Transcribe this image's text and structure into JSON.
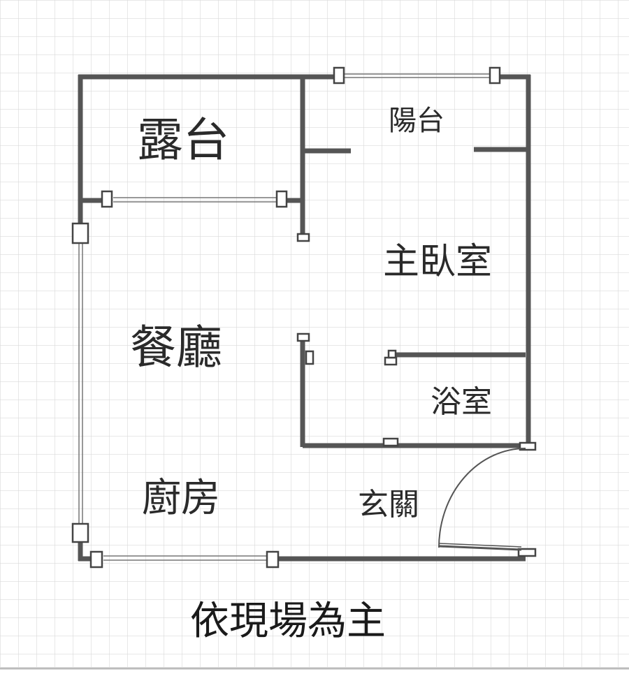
{
  "rooms": {
    "terrace": "露台",
    "balcony": "陽台",
    "master_bedroom": "主臥室",
    "dining_room": "餐廳",
    "bathroom": "浴室",
    "kitchen": "廚房",
    "entrance": "玄關"
  },
  "note": "依現場為主",
  "colors": {
    "wall": "#555555",
    "grid": "#d9d9d9",
    "thin_line": "#777777",
    "text": "#2a2a2a"
  }
}
